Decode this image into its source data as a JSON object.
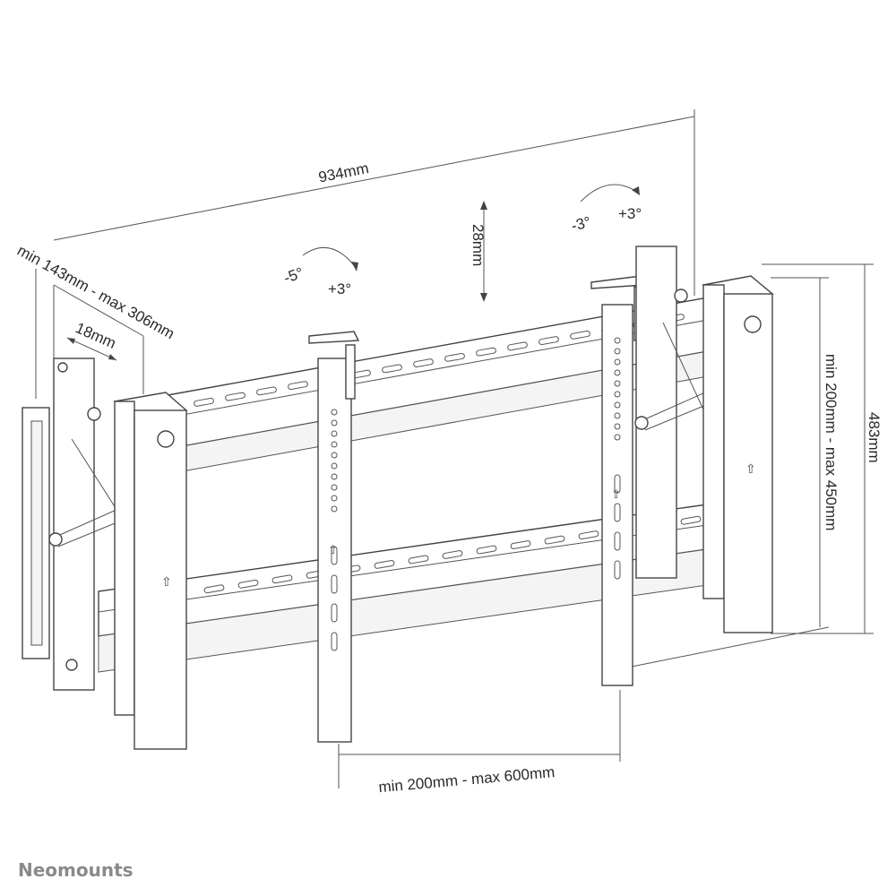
{
  "dimensions": {
    "width_total": "934mm",
    "depth_range": "min 143mm - max 306mm",
    "pop_out": "18mm",
    "height_adjust": "28mm",
    "tilt_left_minus": "-5°",
    "tilt_left_plus": "+3°",
    "tilt_right_minus": "-3°",
    "tilt_right_plus": "+3°",
    "vertical_range": "min 200mm - max 450mm",
    "height_total": "483mm",
    "horizontal_range": "min 200mm - max 600mm"
  },
  "brand": {
    "logo": "Neomounts"
  },
  "colors": {
    "line": "#444444",
    "text": "#2a2a2a",
    "logo": "#8a8a8a"
  }
}
